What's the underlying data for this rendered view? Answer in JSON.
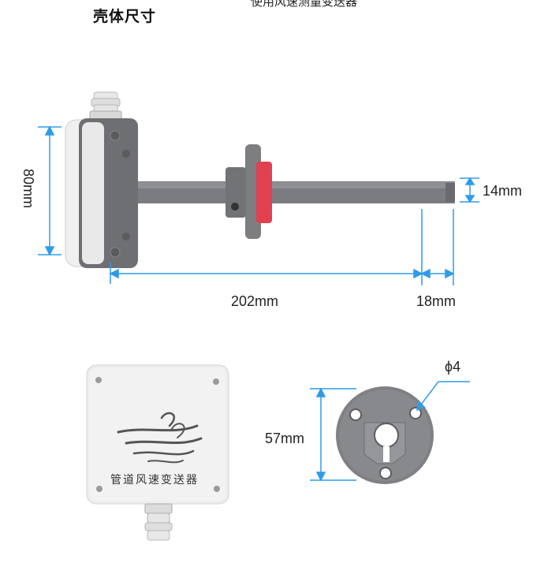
{
  "header": {
    "title": "壳体尺寸",
    "cropped_top_text": "使用风速测量变送器"
  },
  "dimensions": {
    "height_80": "80mm",
    "probe_length": "202mm",
    "tip_length": "18mm",
    "probe_diameter": "14mm",
    "flange_size": "57mm",
    "hole_diameter": "ϕ4"
  },
  "box": {
    "label": "管道风速变送器"
  },
  "colors": {
    "dimension_line": "#2f9be8",
    "housing": "#6e6f72",
    "lid": "#f2f2f2",
    "red_seal": "#e04050",
    "flange": "#7d7e80"
  }
}
